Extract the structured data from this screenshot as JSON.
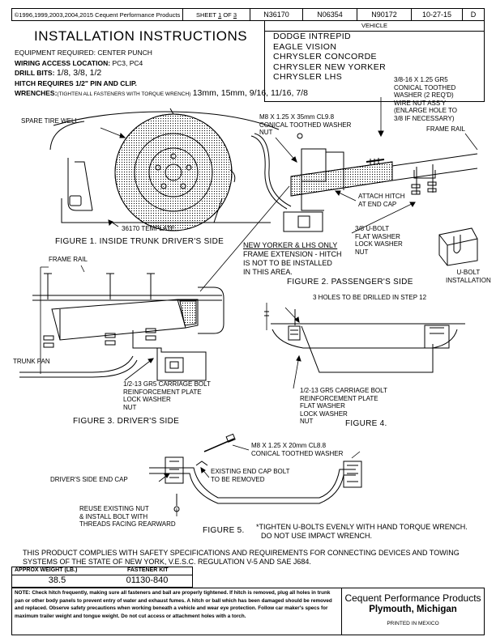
{
  "header": {
    "copyright": "©1996,1999,2003,2004,2015 Cequent Performance Products",
    "sheet_label": "SHEET",
    "sheet_num": "1",
    "sheet_of": "OF",
    "sheet_total": "3",
    "part1": "N36170",
    "part2": "N06354",
    "part3": "N90172",
    "date": "10-27-15",
    "rev": "D"
  },
  "vehicle": {
    "title": "VEHICLE",
    "items": [
      "DODGE INTREPID",
      "EAGLE VISION",
      "CHRYSLER CONCORDE",
      "CHRYSLER NEW YORKER",
      "CHRYSLER LHS"
    ]
  },
  "title": "INSTALLATION INSTRUCTIONS",
  "requirements": {
    "equipment": "EQUIPMENT REQUIRED: CENTER PUNCH",
    "wiring_label": "WIRING ACCESS LOCATION:",
    "wiring_value": "PC3, PC4",
    "drill_label": "DRILL BITS:",
    "drill_value": "1/8, 3/8, 1/2",
    "hitch": "HITCH REQUIRES 1/2\" PIN AND CLIP.",
    "wrench_label": "WRENCHES:",
    "wrench_note": "(TIGHTEN ALL FASTENERS WITH TORQUE WRENCH)",
    "wrench_value": "13mm, 15mm, 9/16, 11/16, 7/8"
  },
  "labels": {
    "spare": "SPARE TIRE WELL",
    "template": "36170 TEMPLATE",
    "m8_35": [
      "M8 X 1.25 X 35mm CL9.8",
      "CONICAL TOOTHED WASHER",
      "NUT"
    ],
    "gr5_38": [
      "3/8-16 X 1.25 GR5",
      "CONICAL TOOTHED",
      "WASHER (2 REQ'D)",
      "WIRE NUT ASS'Y",
      "(ENLARGE HOLE TO",
      "3/8 IF NECESSARY)"
    ],
    "frame_rail_2": "FRAME RAIL",
    "attach": [
      "ATTACH HITCH",
      "AT END CAP"
    ],
    "ubolt": [
      "3/8 U-BOLT",
      "FLAT WASHER",
      "LOCK WASHER",
      "NUT"
    ],
    "ubolt_install": [
      "U-BOLT",
      "INSTALLATION"
    ],
    "ny_title": "NEW YORKER & LHS ONLY",
    "ny_text": [
      "FRAME EXTENSION - HITCH",
      "IS NOT TO BE INSTALLED",
      "IN THIS AREA."
    ],
    "frame_rail_3": "FRAME RAIL",
    "holes": "3 HOLES TO BE DRILLED IN STEP 12",
    "trunk_pan": "TRUNK PAN",
    "carriage3": [
      "1/2-13 GR5 CARRIAGE BOLT",
      "REINFORCEMENT PLATE",
      "LOCK WASHER",
      "NUT"
    ],
    "carriage4": [
      "1/2-13 GR5 CARRIAGE BOLT",
      "REINFORCEMENT PLATE",
      "FLAT WASHER",
      "LOCK WASHER",
      "NUT"
    ],
    "m8_20": [
      "M8 X 1.25 X 20mm CL8.8",
      "CONICAL TOOTHED WASHER"
    ],
    "driver_endcap": "DRIVER'S SIDE END CAP",
    "existing_bolt": [
      "EXISTING END CAP BOLT",
      "TO BE REMOVED"
    ],
    "reuse": [
      "REUSE EXISTING NUT",
      "& INSTALL BOLT WITH",
      "THREADS FACING REARWARD"
    ],
    "tighten": [
      "*TIGHTEN U-BOLTS EVENLY WITH HAND TORQUE WRENCH.",
      "DO NOT USE IMPACT WRENCH."
    ]
  },
  "figures": {
    "fig1": "FIGURE 1. INSIDE TRUNK DRIVER'S SIDE",
    "fig2": "FIGURE 2. PASSENGER'S SIDE",
    "fig3": "FIGURE 3. DRIVER'S SIDE",
    "fig4": "FIGURE 4.",
    "fig5": "FIGURE 5."
  },
  "compliance": [
    "THIS PRODUCT COMPLIES WITH SAFETY SPECIFICATIONS AND REQUIREMENTS FOR CONNECTING DEVICES AND TOWING",
    "SYSTEMS OF THE STATE OF NEW YORK, V.E.S.C. REGULATION V-5 AND SAE J684."
  ],
  "weight": {
    "label": "APPROX WEIGHT (LB.)",
    "value": "38.5",
    "kit_label": "FASTENER KIT",
    "kit_value": "01130-840"
  },
  "note": "NOTE: Check hitch frequently, making sure all fasteners and ball are properly tightened. If hitch is removed, plug all holes in trunk pan or other body panels to prevent entry of water and exhaust fumes. A hitch or ball which has been damaged should be removed and replaced. Observe safety precautions when working beneath a vehicle and wear eye protection. Follow car maker's specs for maximum trailer weight and tongue weight. Do not cut access or attachment holes with a torch.",
  "company": {
    "name": "Cequent Performance Products",
    "city": "Plymouth, Michigan",
    "printed": "PRINTED IN MEXICO"
  }
}
